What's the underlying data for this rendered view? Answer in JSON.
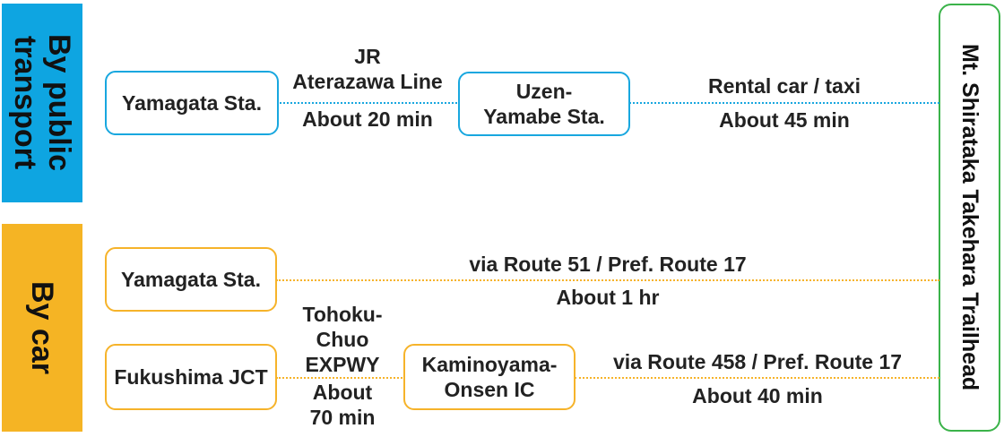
{
  "sections": {
    "public": {
      "label_lines": [
        "By public",
        "transport"
      ]
    },
    "car": {
      "label": "By car"
    }
  },
  "destination": "Mt. Shirataka Takehara Trailhead",
  "public_route": {
    "start": "Yamagata Sta.",
    "leg1": {
      "line1": "JR",
      "line2": "Aterazawa Line",
      "time": "About 20 min"
    },
    "transfer_lines": [
      "Uzen-",
      "Yamabe Sta."
    ],
    "leg2": {
      "mode": "Rental car / taxi",
      "time": "About 45 min"
    }
  },
  "car_route_1": {
    "start": "Yamagata Sta.",
    "via": "via Route 51 / Pref. Route 17",
    "time": "About 1 hr"
  },
  "car_route_2": {
    "start": "Fukushima JCT",
    "expressway_lines": [
      "Tohoku-",
      "Chuo",
      "EXPWY"
    ],
    "expressway_time_lines": [
      "About",
      "70 min"
    ],
    "interchange_lines": [
      "Kaminoyama-",
      "Onsen IC"
    ],
    "via": "via Route 458 / Pref. Route 17",
    "time": "About 40 min"
  },
  "colors": {
    "public": "#0ea5e1",
    "car": "#f5b424",
    "destination_border": "#3bb34a"
  }
}
